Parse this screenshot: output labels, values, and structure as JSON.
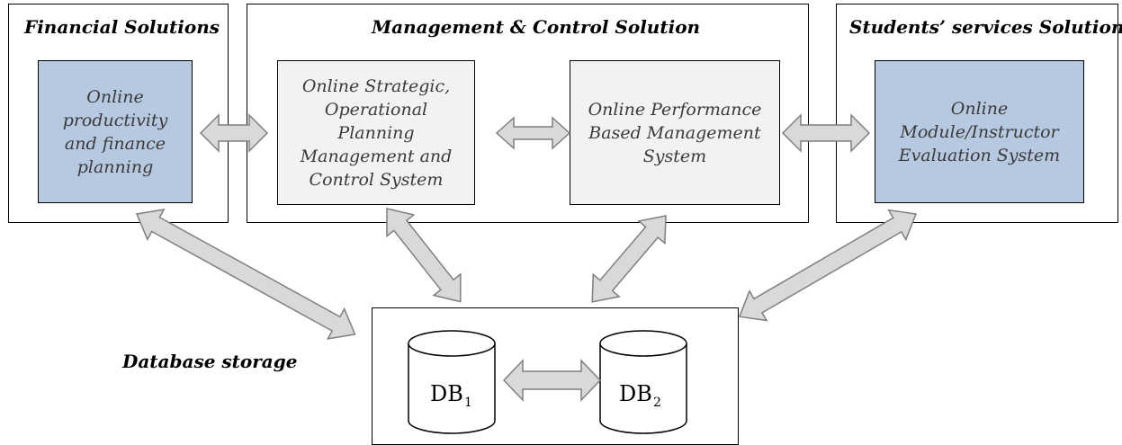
{
  "panels": {
    "financial": {
      "title": "Financial Solutions",
      "box": "Online\nproductivity\nand finance\nplanning",
      "box_color": "#b7c9e0"
    },
    "management": {
      "title": "Management & Control Solution",
      "box_left": "Online Strategic,\nOperational\nPlanning\nManagement and\nControl System",
      "box_right": "Online Performance\nBased Management\nSystem",
      "box_color": "#f2f2f2"
    },
    "students": {
      "title": "Students’ services Solution",
      "box": "Online\nModule/Instructor\nEvaluation System",
      "box_color": "#b7c9e0"
    }
  },
  "database": {
    "label": "Database storage",
    "db1": {
      "name": "DB",
      "subscript": "1"
    },
    "db2": {
      "name": "DB",
      "subscript": "2"
    }
  },
  "colors": {
    "arrow_fill": "#d9d9d9",
    "arrow_stroke": "#7f7f7f"
  }
}
